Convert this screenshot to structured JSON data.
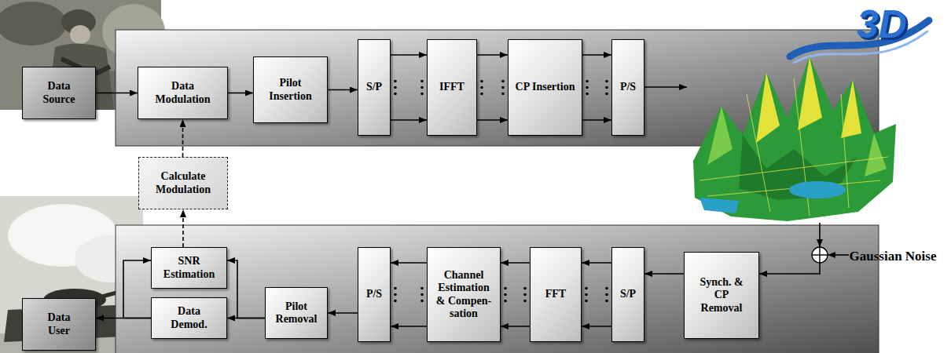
{
  "diagram": {
    "nodes": [
      {
        "text": [
          "Data Source"
        ]
      },
      {
        "text": [
          "Data Modulation"
        ]
      },
      {
        "text": [
          "Pilot Insertion"
        ]
      },
      {
        "text": [
          "S/P"
        ]
      },
      {
        "text": [
          "IFFT"
        ]
      },
      {
        "text": [
          "CP Insertion"
        ]
      },
      {
        "text": [
          "P/S"
        ]
      },
      {
        "text": [
          "Calculate Modulation"
        ]
      },
      {
        "text": [
          "SNR Estimation"
        ]
      },
      {
        "text": [
          "Data User"
        ]
      },
      {
        "text": [
          "Data Demod."
        ]
      },
      {
        "text": [
          "Pilot Removal"
        ]
      },
      {
        "text": [
          "P/S"
        ]
      },
      {
        "text": [
          "Channel Estimation & Compen- sation"
        ]
      },
      {
        "text": [
          "FFT"
        ]
      },
      {
        "text": [
          "S/P"
        ]
      },
      {
        "text": [
          "Synch. & CP Removal"
        ]
      }
    ],
    "edges": [
      {
        "from": 0,
        "to": 1,
        "arrow": "to"
      },
      {
        "from": 1,
        "to": 2,
        "arrow": "to"
      },
      {
        "from": 2,
        "to": 3,
        "arrow": "to"
      },
      {
        "from": 3,
        "to": 4,
        "arrow": "to"
      },
      {
        "from": 4,
        "to": 5,
        "arrow": "to"
      },
      {
        "from": 5,
        "to": 6,
        "arrow": "to"
      },
      {
        "from": 7,
        "to": 1,
        "arrow": "to"
      },
      {
        "from": 8,
        "to": 7,
        "arrow": "to"
      },
      {
        "from": 16,
        "to": 15,
        "arrow": "to"
      },
      {
        "from": 15,
        "to": 14,
        "arrow": "to"
      },
      {
        "from": 14,
        "to": 13,
        "arrow": "to"
      },
      {
        "from": 13,
        "to": 12,
        "arrow": "to"
      },
      {
        "from": 12,
        "to": 11,
        "arrow": "to"
      },
      {
        "from": 11,
        "to": 10,
        "arrow": "to"
      },
      {
        "from": 10,
        "to": 9,
        "arrow": "to"
      },
      {
        "from": 10,
        "to": 8,
        "arrow": "to"
      },
      {
        "from": 11,
        "to": 8,
        "arrow": "to"
      }
    ],
    "labels": [
      "3D",
      "Gaussian Noise"
    ]
  }
}
